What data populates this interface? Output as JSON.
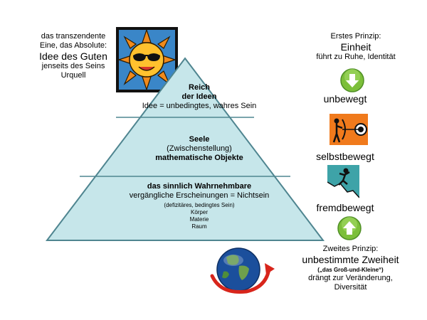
{
  "left_text": {
    "line1": "das transzendente",
    "line2": "Eine, das Absolute:",
    "line3": "Idee des Guten",
    "line4": "jenseits des Seins",
    "line5": "Urquell"
  },
  "right_top": {
    "line1": "Erstes Prinzip:",
    "line2": "Einheit",
    "line3": "führt zu Ruhe, Identität"
  },
  "motion_labels": {
    "unmoved": "unbewegt",
    "selfmoved": "selbstbewegt",
    "othermoved": "fremdbewegt"
  },
  "right_bottom": {
    "line1": "Zweites Prinzip:",
    "line2": "unbestimmte Zweiheit",
    "line3": "(„das Groß-und-Kleine“)",
    "line4": "drängt zur Veränderung,",
    "line5": "Diversität"
  },
  "pyramid": {
    "top": {
      "line1": "Reich",
      "line2": "der Ideen",
      "line3": "Idee = unbedingtes, wahres Sein"
    },
    "middle": {
      "line1": "Seele",
      "line2": "(Zwischenstellung)",
      "line3": "mathematische Objekte"
    },
    "bottom": {
      "line1": "das sinnlich Wahrnehmbare",
      "line2": "vergängliche Erscheinungen = Nichtsein",
      "line3": "(defizitäres, bedingtes Sein)",
      "line4": "Körper",
      "line5": "Materie",
      "line6": "Raum"
    }
  },
  "colors": {
    "pyramid_fill": "#c6e6ea",
    "pyramid_stroke": "#4f8590",
    "arrow_green": "#7cbf3a",
    "sun_orange": "#f08a1c"
  }
}
